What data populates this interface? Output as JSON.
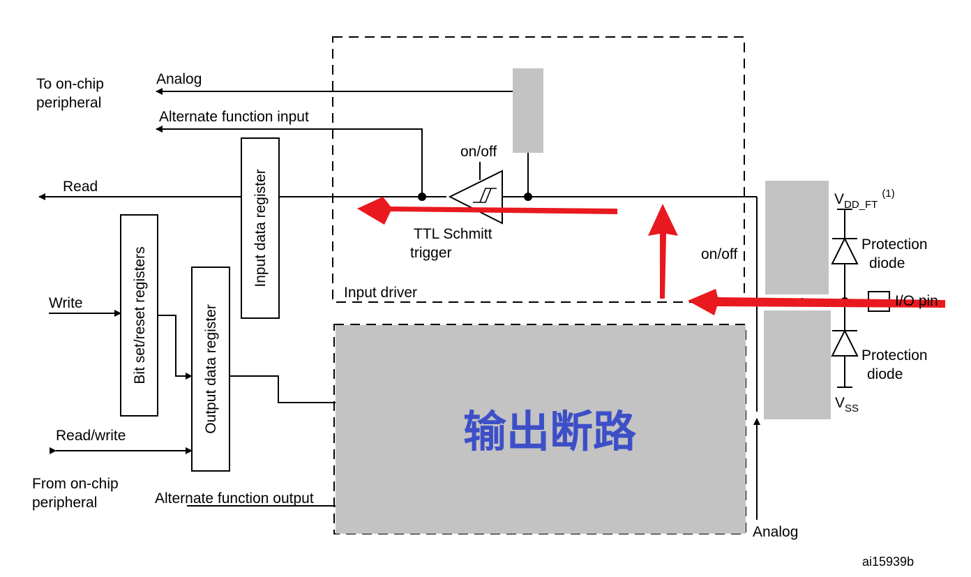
{
  "labels": {
    "to_on_chip_peripheral_line1": "To on-chip",
    "to_on_chip_peripheral_line2": "peripheral",
    "analog_top": "Analog",
    "alternate_function_input": "Alternate function input",
    "read": "Read",
    "write": "Write",
    "read_write": "Read/write",
    "from_on_chip_peripheral_line1": "From on-chip",
    "from_on_chip_peripheral_line2": "peripheral",
    "alternate_function_output": "Alternate function output",
    "input_data_register": "Input data register",
    "output_data_register": "Output data register",
    "bit_set_reset_registers": "Bit set/reset registers",
    "on_off_schmitt": "on/off",
    "ttl_schmitt_line1": "TTL Schmitt",
    "ttl_schmitt_line2": "trigger",
    "input_driver": "Input driver",
    "on_off_pad": "on/off",
    "vdd_main": "V",
    "vdd_sub": "DD_FT",
    "vdd_note": "(1)",
    "protection_diode_top_line1": "Protection",
    "protection_diode_top_line2": "diode",
    "io_pin": "I/O pin",
    "protection_diode_bottom_line1": "Protection",
    "protection_diode_bottom_line2": "diode",
    "vss_main": "V",
    "vss_sub": "SS",
    "analog_bottom": "Analog",
    "output_overlay": "输出断路",
    "figure_id": "ai15939b"
  },
  "colors": {
    "overlay_fill": "#c3c3c3",
    "overlay_text": "#3d4fc7",
    "arrow_red": "#e8191f",
    "line": "#000000"
  }
}
